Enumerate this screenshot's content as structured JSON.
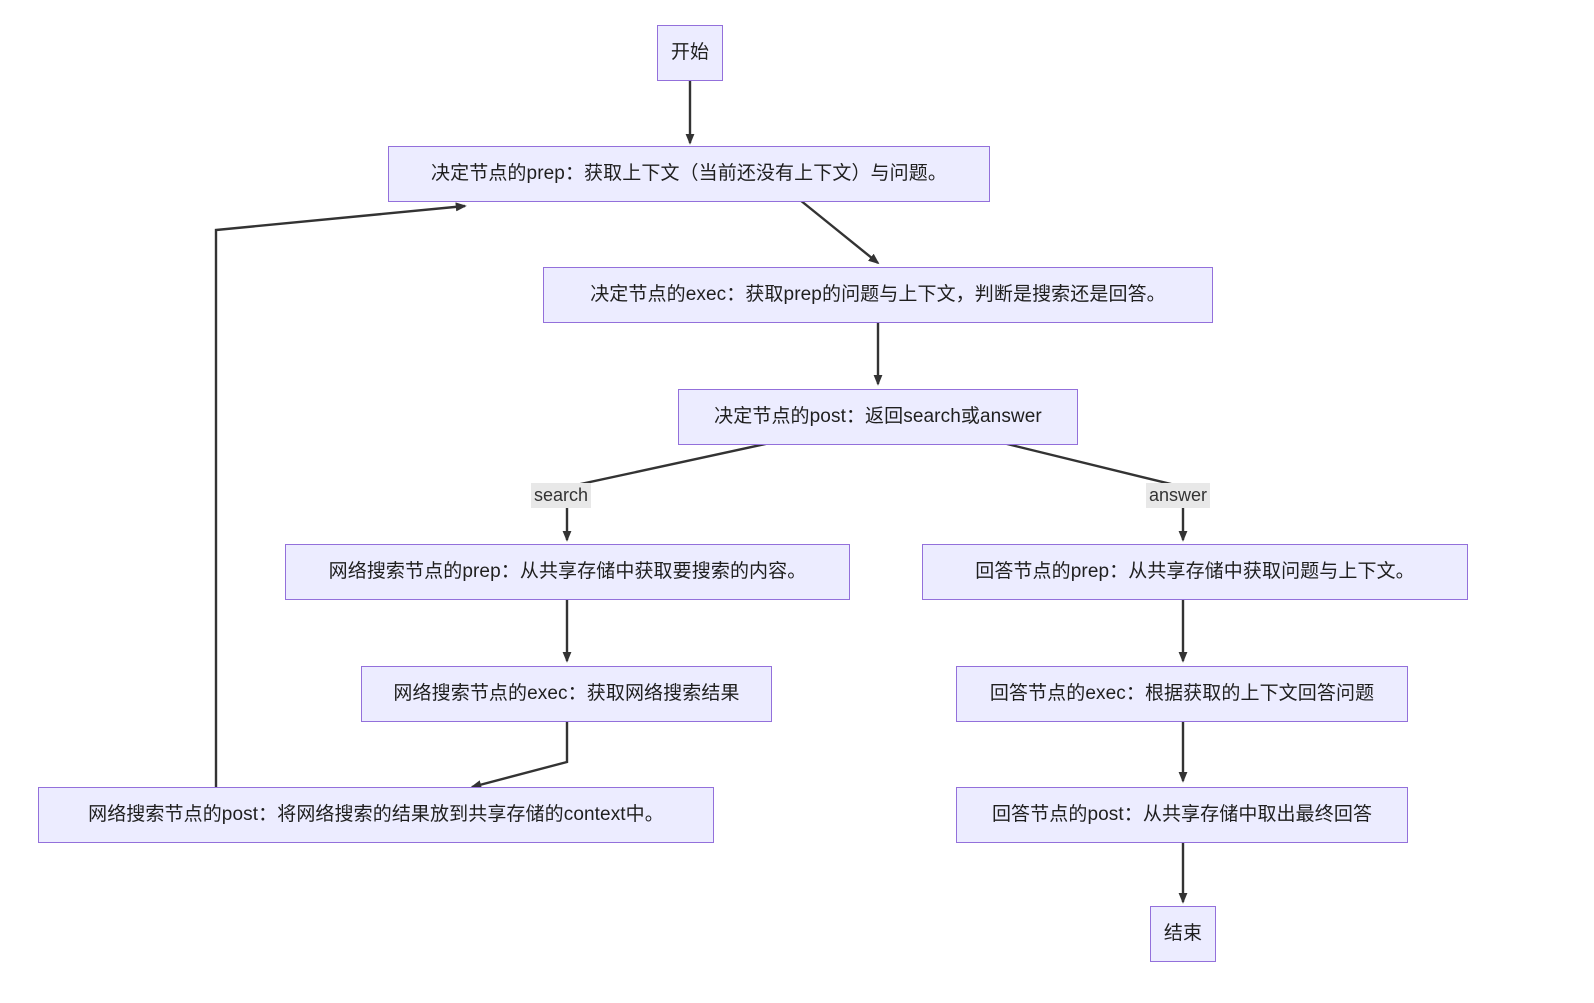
{
  "diagram": {
    "type": "flowchart",
    "direction": "top-down",
    "theme": {
      "node_fill": "#ECECFF",
      "node_border": "#9370DB",
      "edge_color": "#333333",
      "edge_label_bg": "#e8e8e8",
      "text_color": "#1f1f1f",
      "background": "#ffffff"
    },
    "nodes": [
      {
        "id": "start",
        "label": "开始"
      },
      {
        "id": "decide_prep",
        "label": "决定节点的prep：获取上下文（当前还没有上下文）与问题。"
      },
      {
        "id": "decide_exec",
        "label": "决定节点的exec：获取prep的问题与上下文，判断是搜索还是回答。"
      },
      {
        "id": "decide_post",
        "label": "决定节点的post：返回search或answer"
      },
      {
        "id": "search_prep",
        "label": "网络搜索节点的prep：从共享存储中获取要搜索的内容。"
      },
      {
        "id": "search_exec",
        "label": "网络搜索节点的exec：获取网络搜索结果"
      },
      {
        "id": "search_post",
        "label": "网络搜索节点的post：将网络搜索的结果放到共享存储的context中。"
      },
      {
        "id": "answer_prep",
        "label": "回答节点的prep：从共享存储中获取问题与上下文。"
      },
      {
        "id": "answer_exec",
        "label": "回答节点的exec：根据获取的上下文回答问题"
      },
      {
        "id": "answer_post",
        "label": "回答节点的post：从共享存储中取出最终回答"
      },
      {
        "id": "end",
        "label": "结束"
      }
    ],
    "edges": [
      {
        "from": "start",
        "to": "decide_prep",
        "label": ""
      },
      {
        "from": "decide_prep",
        "to": "decide_exec",
        "label": ""
      },
      {
        "from": "decide_exec",
        "to": "decide_post",
        "label": ""
      },
      {
        "from": "decide_post",
        "to": "search_prep",
        "label": "search"
      },
      {
        "from": "decide_post",
        "to": "answer_prep",
        "label": "answer"
      },
      {
        "from": "search_prep",
        "to": "search_exec",
        "label": ""
      },
      {
        "from": "search_exec",
        "to": "search_post",
        "label": ""
      },
      {
        "from": "search_post",
        "to": "decide_prep",
        "label": ""
      },
      {
        "from": "answer_prep",
        "to": "answer_exec",
        "label": ""
      },
      {
        "from": "answer_exec",
        "to": "answer_post",
        "label": ""
      },
      {
        "from": "answer_post",
        "to": "end",
        "label": ""
      }
    ],
    "edge_labels": {
      "search": "search",
      "answer": "answer"
    }
  }
}
